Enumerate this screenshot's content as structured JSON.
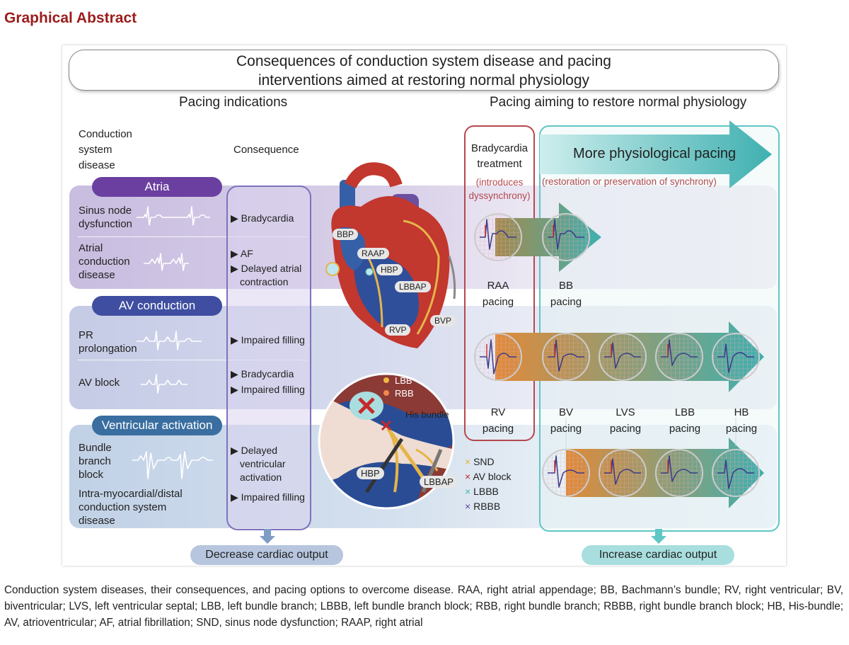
{
  "heading": "Graphical Abstract",
  "title_line1": "Consequences of conduction system disease and pacing",
  "title_line2": "interventions aimed at restoring normal physiology",
  "left_header": "Pacing indications",
  "right_header": "Pacing aiming to restore normal physiology",
  "col_disease_1": "Conduction",
  "col_disease_2": "system",
  "col_disease_3": "disease",
  "col_consequence": "Consequence",
  "atria": {
    "label": "Atria",
    "row1_1": "Sinus node",
    "row1_2": "dysfunction",
    "row1_cons": "Bradycardia",
    "row2_1": "Atrial",
    "row2_2": "conduction",
    "row2_3": "disease",
    "row2_cons1": "AF",
    "row2_cons2_1": "Delayed atrial",
    "row2_cons2_2": "contraction"
  },
  "av": {
    "label": "AV conduction",
    "row1_1": "PR",
    "row1_2": "prolongation",
    "row1_cons": "Impaired filling",
    "row2": "AV block",
    "row2_cons1": "Bradycardia",
    "row2_cons2": "Impaired filling"
  },
  "vent": {
    "label": "Ventricular activation",
    "row1_1": "Bundle",
    "row1_2": "branch",
    "row1_3": "block",
    "row2_1": "Intra-myocardial/distal",
    "row2_2": "conduction system",
    "row2_3": "disease",
    "cons1_1": "Delayed",
    "cons1_2": "ventricular",
    "cons1_3": "activation",
    "cons2": "Impaired filling"
  },
  "heart_labels": {
    "bbp": "BBP",
    "raap": "RAAP",
    "hbp": "HBP",
    "lbbap": "LBBAP",
    "rvp": "RVP",
    "bvp": "BVP"
  },
  "inset": {
    "lbb": "LBB",
    "rbb": "RBB",
    "his": "His bundle",
    "hbp": "HBP",
    "lbbap": "LBBAP"
  },
  "legend": [
    {
      "symbol": "×",
      "label": "SND",
      "color": "#e0b43a"
    },
    {
      "symbol": "×",
      "label": "AV block",
      "color": "#c62828"
    },
    {
      "symbol": "×",
      "label": "LBBB",
      "color": "#3fb6b6"
    },
    {
      "symbol": "×",
      "label": "RBBB",
      "color": "#6a3fa0"
    }
  ],
  "brady": {
    "t1": "Bradycardia",
    "t2": "treatment",
    "s1": "(introduces",
    "s2": "dyssynchrony)"
  },
  "more": {
    "title": "More physiological pacing",
    "sub": "(restoration or preservation of synchrony)"
  },
  "pacing": {
    "raa_1": "RAA",
    "raa_2": "pacing",
    "bb_1": "BB",
    "bb_2": "pacing",
    "rv_1": "RV",
    "rv_2": "pacing",
    "bv_1": "BV",
    "bv_2": "pacing",
    "lvs_1": "LVS",
    "lvs_2": "pacing",
    "lbb_1": "LBB",
    "lbb_2": "pacing",
    "hb_1": "HB",
    "hb_2": "pacing"
  },
  "decrease": "Decrease cardiac output",
  "increase": "Increase cardiac output",
  "caption": "Conduction system diseases, their consequences, and pacing options to overcome disease. RAA, right atrial appendage; BB, Bachmann’s bundle; RV, right ventricular; BV, biventricular; LVS, left ventricular septal; LBB, left bundle branch; LBBB, left bundle branch block; RBB, right bundle branch; RBBB, right bundle branch block; HB, His-bundle; AV, atrioventricular; AF, atrial fibrillation; SND, sinus node dysfunction; RAAP, right atrial",
  "colors": {
    "heading": "#9b1c1c",
    "atria": "#6b3fa0",
    "av": "#3f4ea0",
    "vent": "#3a6ea0",
    "teal": "#3fb0b0",
    "brady_border": "#b5484e"
  }
}
